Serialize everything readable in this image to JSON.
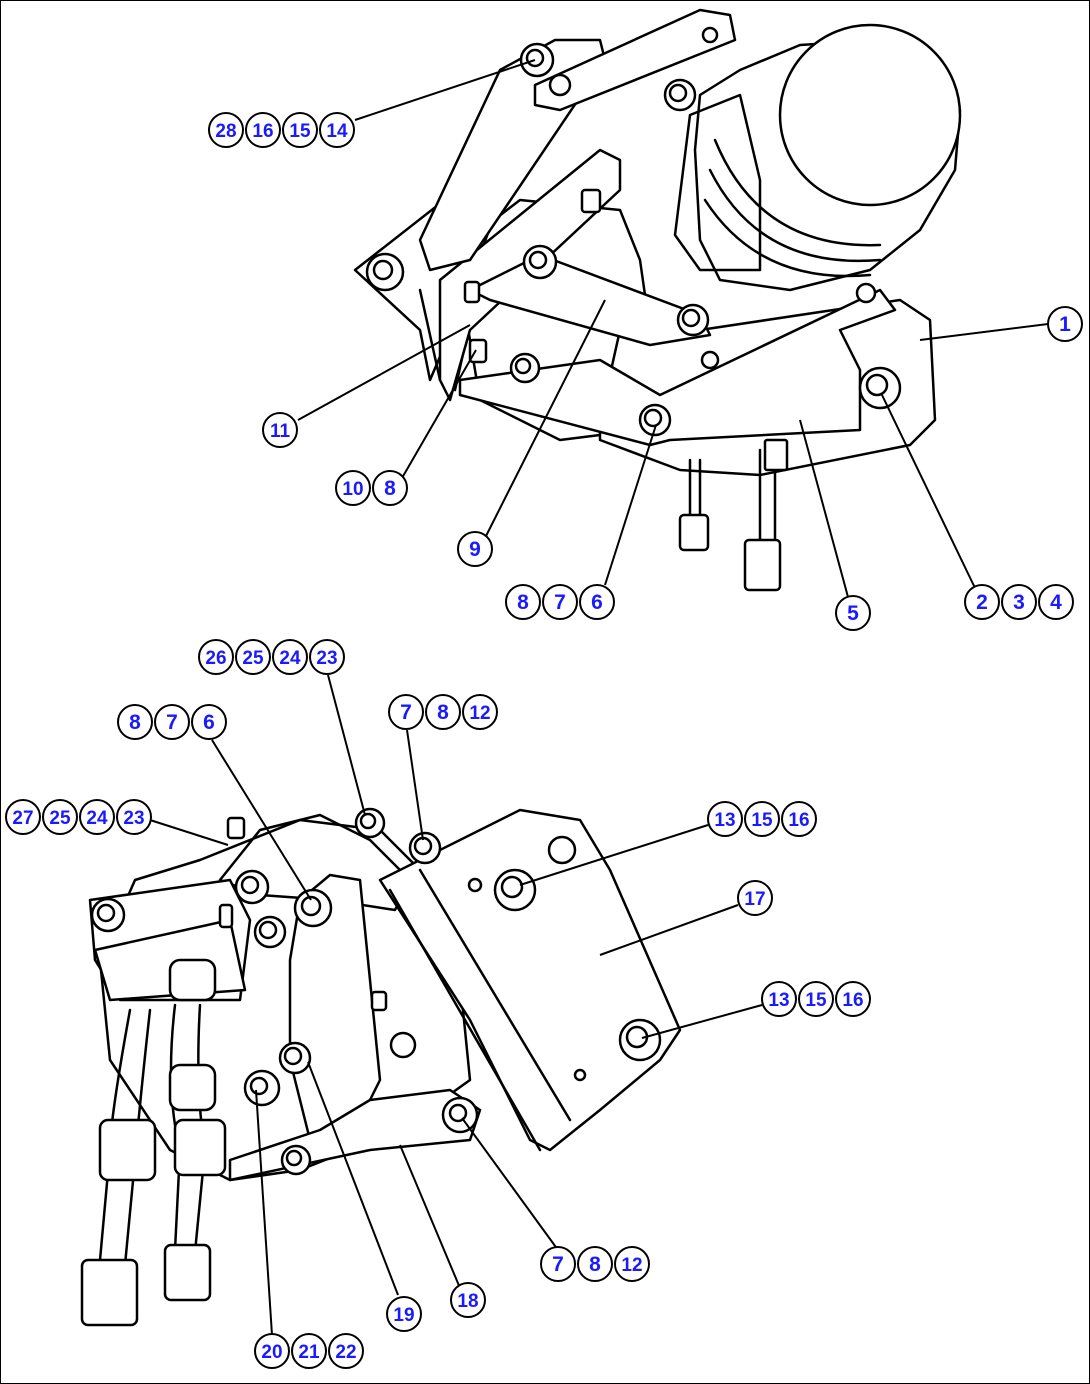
{
  "colors": {
    "callout_text": "#1a1aff",
    "line": "#000000",
    "background": "#ffffff"
  },
  "callouts": [
    {
      "id": "c1",
      "labels": [
        "28",
        "16",
        "15",
        "14"
      ]
    },
    {
      "id": "c2",
      "labels": [
        "1"
      ]
    },
    {
      "id": "c3",
      "labels": [
        "11"
      ]
    },
    {
      "id": "c4",
      "labels": [
        "10",
        "8"
      ]
    },
    {
      "id": "c5",
      "labels": [
        "9"
      ]
    },
    {
      "id": "c6",
      "labels": [
        "8",
        "7",
        "6"
      ]
    },
    {
      "id": "c7",
      "labels": [
        "5"
      ]
    },
    {
      "id": "c8",
      "labels": [
        "2",
        "3",
        "4"
      ]
    },
    {
      "id": "c9",
      "labels": [
        "26",
        "25",
        "24",
        "23"
      ]
    },
    {
      "id": "c10",
      "labels": [
        "7",
        "8",
        "12"
      ]
    },
    {
      "id": "c11",
      "labels": [
        "8",
        "7",
        "6"
      ]
    },
    {
      "id": "c12",
      "labels": [
        "27",
        "25",
        "24",
        "23"
      ]
    },
    {
      "id": "c13",
      "labels": [
        "13",
        "15",
        "16"
      ]
    },
    {
      "id": "c14",
      "labels": [
        "17"
      ]
    },
    {
      "id": "c15",
      "labels": [
        "13",
        "15",
        "16"
      ]
    },
    {
      "id": "c16",
      "labels": [
        "7",
        "8",
        "12"
      ]
    },
    {
      "id": "c17",
      "labels": [
        "19"
      ]
    },
    {
      "id": "c18",
      "labels": [
        "18"
      ]
    },
    {
      "id": "c19",
      "labels": [
        "20",
        "21",
        "22"
      ]
    }
  ]
}
